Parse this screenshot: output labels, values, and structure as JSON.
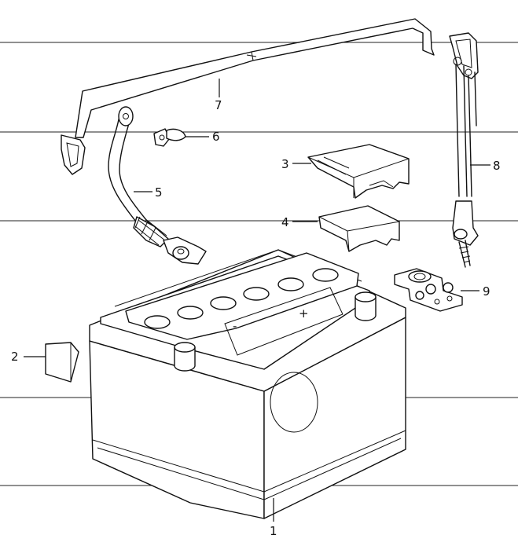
{
  "callouts": [
    {
      "id": "1"
    },
    {
      "id": "2"
    },
    {
      "id": "3"
    },
    {
      "id": "4"
    },
    {
      "id": "5"
    },
    {
      "id": "6"
    },
    {
      "id": "7"
    },
    {
      "id": "8"
    },
    {
      "id": "9"
    }
  ],
  "battery_marks": {
    "plus": "+",
    "minus": "-"
  }
}
